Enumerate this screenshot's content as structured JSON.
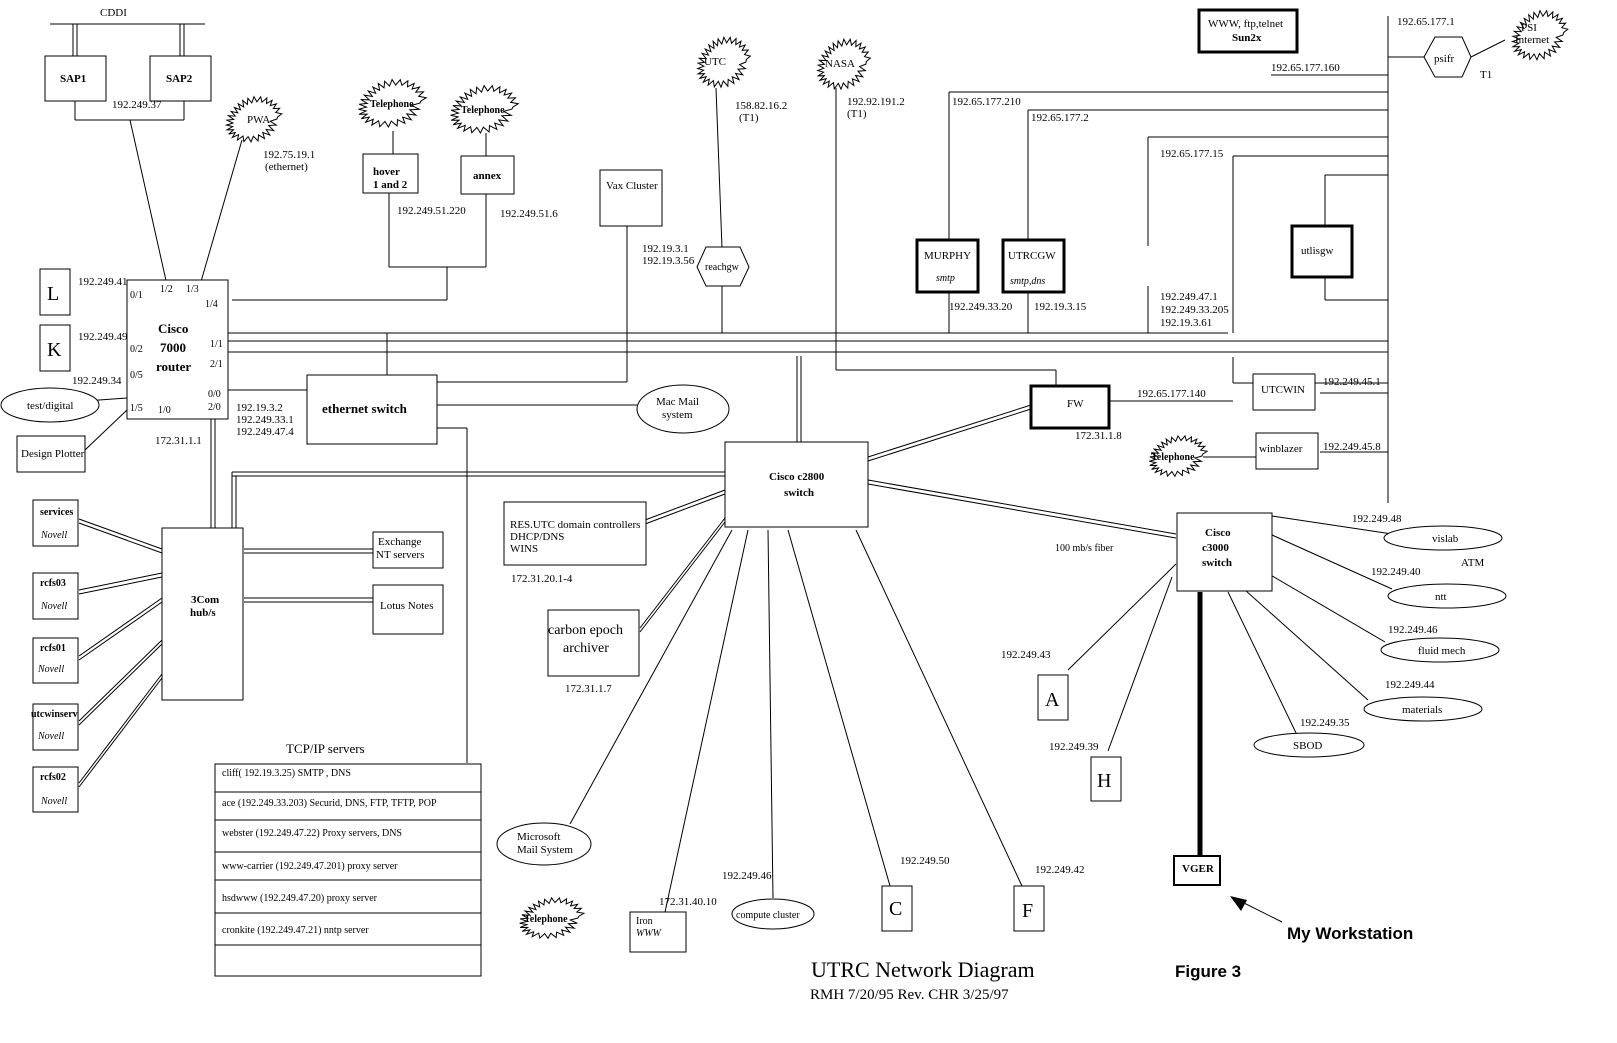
{
  "top": {
    "cddi": "CDDI",
    "sap1": "SAP1",
    "sap2": "SAP2",
    "sap_ip": "192.249.37",
    "pwa": "PWA",
    "pwa_ip1": "192.75.19.1",
    "pwa_ip2": "(ethernet)"
  },
  "phones": {
    "tel1": "Telephone",
    "tel2": "Telephone",
    "hover1": "hover",
    "hover2": "1 and 2",
    "annex": "annex",
    "ip_hover": "192.249.51.220",
    "ip_annex": "192.249.51.6"
  },
  "utc": {
    "label": "UTC",
    "ip1": "158.82.16.2",
    "ip2": "(T1)",
    "reachgw": "reachgw"
  },
  "nasa": {
    "label": "NASA",
    "ip1": "192.92.191.2",
    "ip2": "(T1)"
  },
  "vax": {
    "label": "Vax Cluster",
    "ip1": "192.19.3.1",
    "ip2": "192.19.3.56"
  },
  "internet": {
    "www1": "WWW, ftp,telnet",
    "www2": "Sun2x",
    "psi1": "PSI",
    "psi2": "Internet",
    "psifr": "psifr",
    "t1": "T1",
    "ip_177_1": "192.65.177.1",
    "ip_177_160": "192.65.177.160",
    "ip_177_210": "192.65.177.210",
    "ip_177_2": "192.65.177.2",
    "ip_177_15": "192.65.177.15",
    "ip_177_140": "192.65.177.140"
  },
  "servers": {
    "murphy": "MURPHY",
    "murphy_sub": "smtp",
    "murphy_ip": "192.249.33.20",
    "utrcgw": "UTRCGW",
    "utrcgw_sub": "smtp,dns",
    "utrcgw_ip": "192.19.3.15",
    "utlisgw": "utlisgw",
    "utlisgw_ip1": "192.249.47.1",
    "utlisgw_ip2": "192.249.33.205",
    "utlisgw_ip3": "192.19.3.61",
    "fw": "FW",
    "fw_ip": "172.31.1.8",
    "utcwin": "UTCWIN",
    "utcwin_ip": "192.249.45.1",
    "winblazer": "winblazer",
    "winblazer_ip": "192.249.45.8",
    "telephone": "Telephone"
  },
  "router": {
    "line1": "Cisco",
    "line2": "7000",
    "line3": "router",
    "p01": "0/1",
    "p02": "0/2",
    "p05": "0/5",
    "p15": "1/5",
    "p10": "1/0",
    "p12": "1/2",
    "p13": "1/3",
    "p14": "1/4",
    "p11": "1/1",
    "p21": "2/1",
    "p00": "0/0",
    "p20": "2/0",
    "ip_l": "192.249.41",
    "ip_k": "192.249.49",
    "ip_test": "192.249.34",
    "ip_a": "192.19.3.2",
    "ip_b": "192.249.33.1",
    "ip_c": "192.249.47.4",
    "ip_bottom": "172.31.1.1",
    "l": "L",
    "k": "K",
    "test": "test/digital",
    "plotter": "Design Plotter"
  },
  "eth": {
    "label": "ethernet switch",
    "macmail1": "Mac Mail",
    "macmail2": "system"
  },
  "hub": {
    "line1": "3Com",
    "line2": "hub/s",
    "exchange1": "Exchange",
    "exchange2": "NT servers",
    "lotus": "Lotus Notes"
  },
  "novell": [
    {
      "name": "services",
      "sub": "Novell"
    },
    {
      "name": "rcfs03",
      "sub": "Novell"
    },
    {
      "name": "rcfs01",
      "sub": "Novell"
    },
    {
      "name": "utcwinserv",
      "sub": "Novell"
    },
    {
      "name": "rcfs02",
      "sub": "Novell"
    }
  ],
  "tcpip": {
    "title": "TCP/IP servers",
    "rows": [
      "cliff( 192.19.3.25) SMTP , DNS",
      "ace (192.249.33.203) Securid, DNS, FTP, TFTP, POP",
      "webster (192.249.47.22) Proxy servers, DNS",
      "www-carrier (192.249.47.201) proxy server",
      "hsdwww (192.249.47.20) proxy server",
      "cronkite (192.249.47.21) nntp server",
      ""
    ]
  },
  "c2800": {
    "line1": "Cisco c2800",
    "line2": "switch",
    "res1": "RES.UTC domain controllers",
    "res2": "DHCP/DNS",
    "res3": "WINS",
    "res_ip": "172.31.20.1-4",
    "carbon1": "carbon epoch",
    "carbon2": "archiver",
    "carbon_ip": "172.31.1.7",
    "ms1": "Microsoft",
    "ms2": "Mail System",
    "ms_tel": "Telephone",
    "iron1": "Iron",
    "iron2": "WWW",
    "iron_ip": "172.31.40.10",
    "compute": "compute cluster",
    "compute_ip": "192.249.46",
    "c": "C",
    "c_ip": "192.249.50",
    "f": "F",
    "f_ip": "192.249.42",
    "fiber": "100 mb/s fiber"
  },
  "c3000": {
    "line1": "Cisco",
    "line2": "c3000",
    "line3": "switch",
    "vislab": "vislab",
    "vislab_ip": "192.249.48",
    "atm": "ATM",
    "ntt": "ntt",
    "ntt_ip": "192.249.40",
    "fluid": "fluid mech",
    "fluid_ip": "192.249.46",
    "materials": "materials",
    "materials_ip": "192.249.44",
    "sbod": "SBOD",
    "sbod_ip": "192.249.35",
    "a": "A",
    "a_ip": "192.249.43",
    "h": "H",
    "h_ip": "192.249.39",
    "vger": "VGER",
    "workstation": "My Workstation"
  },
  "footer": {
    "title": "UTRC Network Diagram",
    "sub": "RMH 7/20/95  Rev. CHR 3/25/97",
    "figure": "Figure 3"
  }
}
